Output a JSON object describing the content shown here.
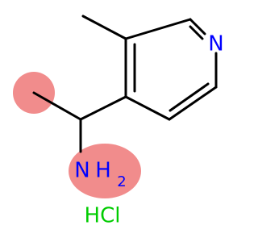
{
  "molecule": {
    "atoms": {
      "ring_nitrogen": "N",
      "amine_n": "N",
      "amine_h": "H",
      "amine_sub": "2",
      "salt": "HCl"
    },
    "colors": {
      "nitrogen": "#0000FF",
      "salt": "#00CC00",
      "bond": "#000000",
      "highlight": "#F08080"
    }
  }
}
